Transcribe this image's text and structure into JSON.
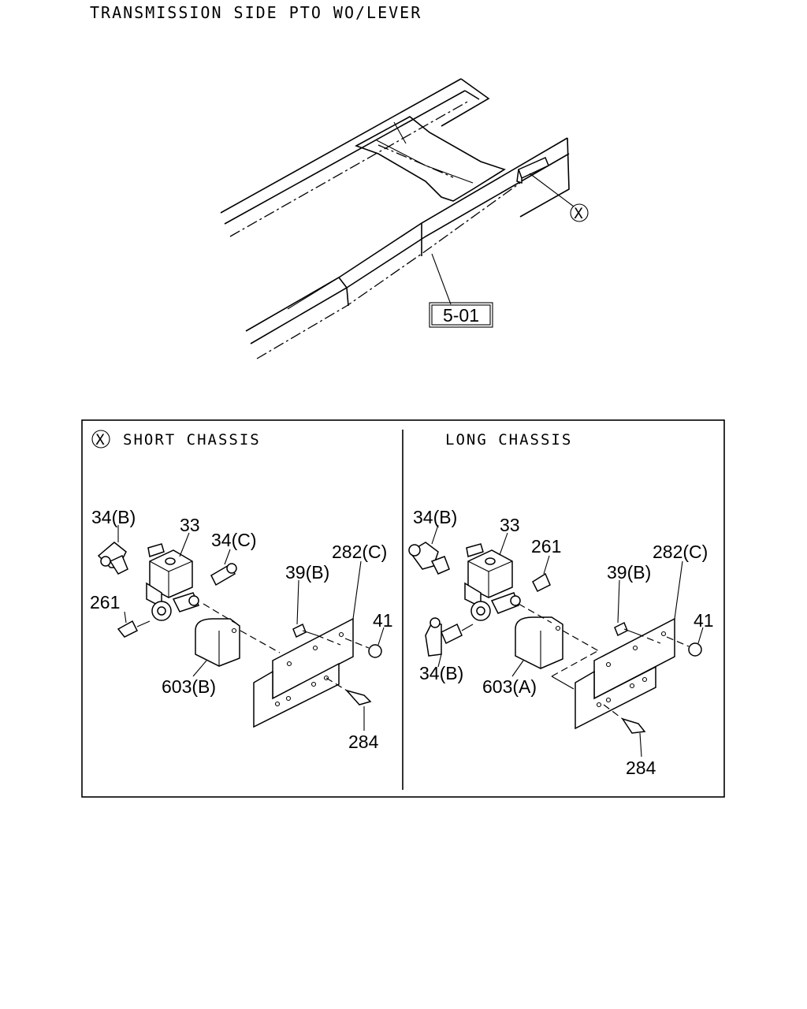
{
  "title": "TRANSMISSION SIDE PTO WO/LEVER",
  "overview": {
    "callout_x": "X",
    "ref_box": "5-01"
  },
  "panels": {
    "left": {
      "marker": "X",
      "header": "SHORT CHASSIS",
      "labels": {
        "l34b": "34(B)",
        "l33": "33",
        "l34c": "34(C)",
        "l261": "261",
        "l282c": "282(C)",
        "l39b": "39(B)",
        "l41": "41",
        "l603b": "603(B)",
        "l284": "284"
      }
    },
    "right": {
      "header": "LONG CHASSIS",
      "labels": {
        "l34b_top": "34(B)",
        "l33": "33",
        "l261": "261",
        "l282c": "282(C)",
        "l39b": "39(B)",
        "l41": "41",
        "l34b_bottom": "34(B)",
        "l603a": "603(A)",
        "l284": "284"
      }
    }
  }
}
